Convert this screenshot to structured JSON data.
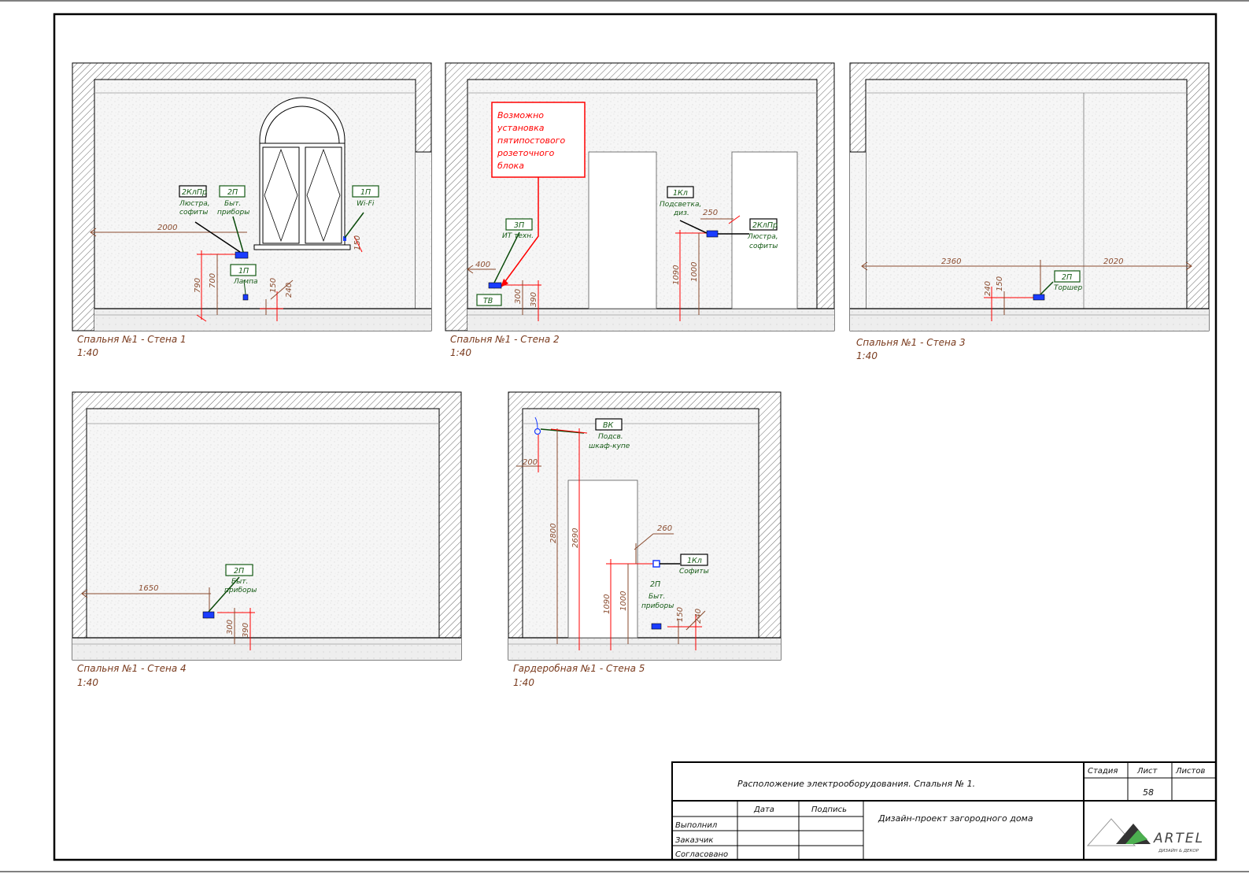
{
  "views": [
    {
      "caption": "Спальня №1 - Стена 1",
      "scale": "1:40",
      "dims": [
        "2000",
        "790",
        "700",
        "150",
        "240",
        "150"
      ],
      "devices": [
        {
          "tag": "2КлПр",
          "label": [
            "Люстра,",
            "софиты"
          ]
        },
        {
          "tag": "2П",
          "label": [
            "Быт.",
            "приборы"
          ]
        },
        {
          "tag": "1П",
          "label": [
            "Wi-Fi"
          ]
        },
        {
          "tag": "1П",
          "label": [
            "Лампа"
          ]
        }
      ]
    },
    {
      "caption": "Спальня №1 - Стена 2",
      "scale": "1:40",
      "dims": [
        "400",
        "300",
        "390",
        "1090",
        "1000",
        "250"
      ],
      "devices": [
        {
          "tag": "3П",
          "label": [
            "ИТ техн."
          ]
        },
        {
          "tag": "ТВ",
          "label": []
        },
        {
          "tag": "1Кл",
          "label": [
            "Подсветка,",
            "диз."
          ]
        },
        {
          "tag": "2КлПр",
          "label": [
            "Люстра,",
            "софиты"
          ]
        }
      ],
      "note": [
        "Возможно",
        "установка",
        "пятипостового",
        "розеточного",
        "блока"
      ]
    },
    {
      "caption": "Спальня №1 - Стена 3",
      "scale": "1:40",
      "dims": [
        "2360",
        "2020",
        "240",
        "150"
      ],
      "devices": [
        {
          "tag": "2П",
          "label": [
            "Торшер"
          ]
        }
      ]
    },
    {
      "caption": "Спальня №1 - Стена 4",
      "scale": "1:40",
      "dims": [
        "1650",
        "300",
        "390"
      ],
      "devices": [
        {
          "tag": "2П",
          "label": [
            "Быт.",
            "приборы"
          ]
        }
      ]
    },
    {
      "caption": "Гардеробная №1 - Стена 5",
      "scale": "1:40",
      "dims": [
        "200",
        "2800",
        "2690",
        "260",
        "1090",
        "1000",
        "150",
        "240"
      ],
      "devices": [
        {
          "tag": "ВК",
          "label": [
            "Подсв.",
            "шкаф-купе"
          ]
        },
        {
          "tag": "1Кл",
          "label": [
            "Софиты"
          ]
        },
        {
          "tag": "2П",
          "label": [
            "Быт.",
            "приборы"
          ]
        }
      ]
    }
  ],
  "title_block": {
    "title": "Расположение электрооборудования. Спальня № 1.",
    "project": "Дизайн-проект загородного дома",
    "stage_hdr": "Стадия",
    "sheet_hdr": "Лист",
    "sheets_hdr": "Листов",
    "stage": "",
    "sheet": "58",
    "sheets": "",
    "col_date": "Дата",
    "col_sign": "Подпись",
    "rows": [
      "Выполнил",
      "Заказчик",
      "Согласовано"
    ],
    "logo_text": "ARTEL",
    "logo_sub": "ДИЗАЙН & ДЕКОР"
  },
  "colors": {
    "dimension": "#8a4b2e",
    "extension": "#ff0000",
    "label": "#145a14",
    "device": "#1a3cff",
    "note": "#ff0000"
  }
}
